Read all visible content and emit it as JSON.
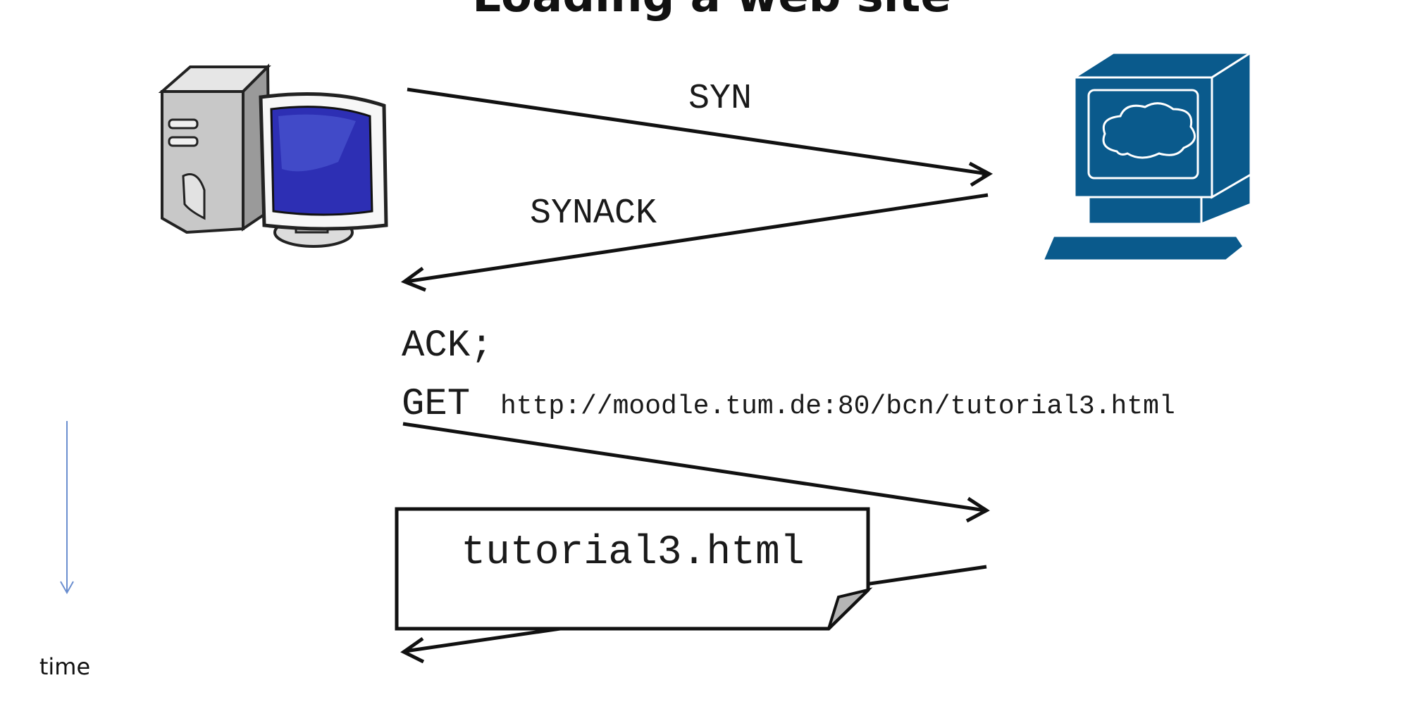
{
  "title_fragment": "Loading a web site",
  "client": {
    "icon": "desktop-computer-icon"
  },
  "server": {
    "icon": "server-cloud-icon"
  },
  "messages": {
    "syn": "SYN",
    "synack": "SYNACK",
    "ack": "ACK;",
    "get_method": "GET",
    "get_url": "http://moodle.tum.de:80/bcn/tutorial3.html",
    "response_file": "tutorial3.html"
  },
  "time_axis": {
    "label": "time"
  },
  "colors": {
    "server_blue": "#0a5a8c",
    "client_screen": "#2d2fb4",
    "time_arrow": "#6a8ecf",
    "arrow": "#111111"
  }
}
